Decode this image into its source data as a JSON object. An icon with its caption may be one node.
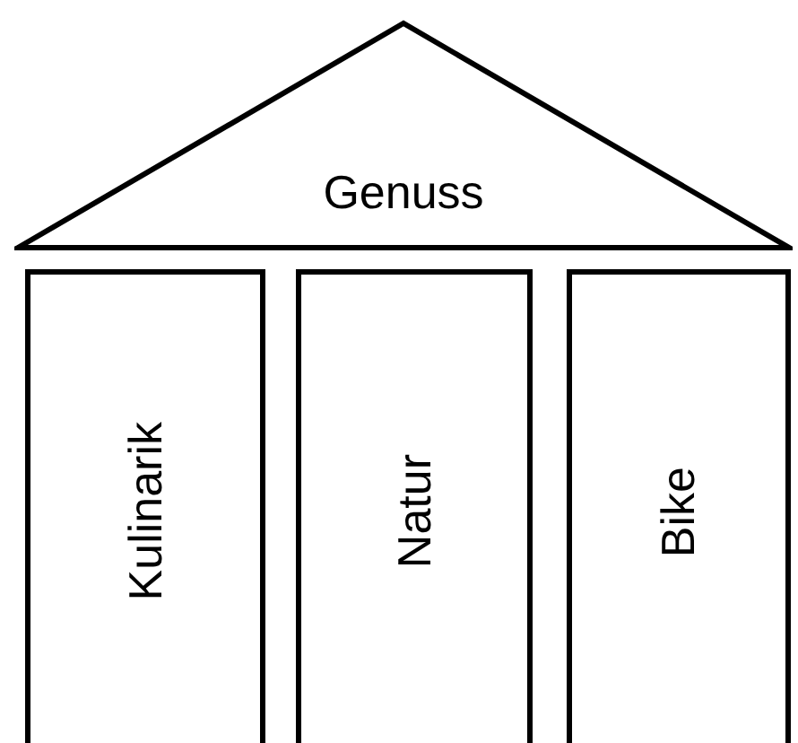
{
  "diagram": {
    "nodes": [
      {
        "text": [
          "Genuss"
        ]
      },
      {
        "text": [
          "Kulinarik"
        ]
      },
      {
        "text": [
          "Natur"
        ]
      },
      {
        "text": [
          "Bike"
        ]
      }
    ]
  }
}
